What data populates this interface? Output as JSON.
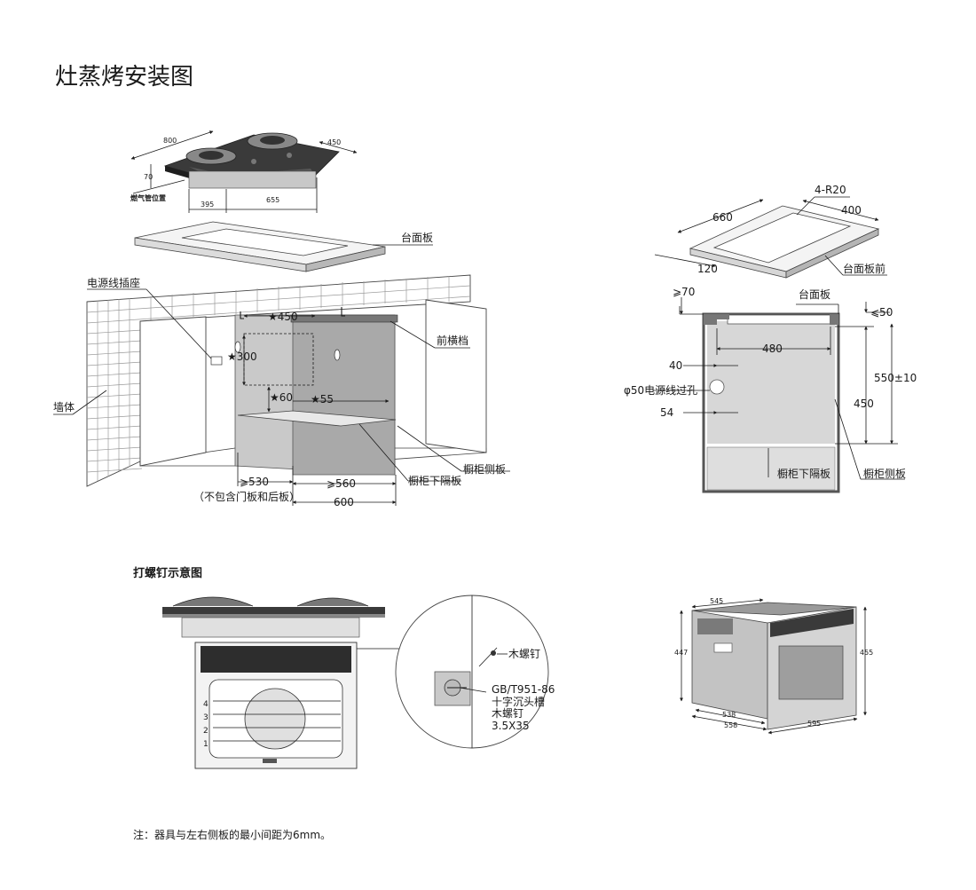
{
  "title": "灶蒸烤安装图",
  "hob": {
    "width": "800",
    "depth": "450",
    "height": "70",
    "cutout_left": "395",
    "cutout_width": "655",
    "gas_pipe": "燃气管位置"
  },
  "cabinet": {
    "countertop": "台面板",
    "socket": "电源线插座",
    "front_rail": "前横档",
    "wall": "墙体",
    "socket_w": "★450",
    "socket_h": "★300",
    "star60": "★60",
    "star55": "★55",
    "side_panel": "橱柜侧板",
    "lower_shelf": "橱柜下隔板",
    "min_depth": "⩾530",
    "min_width": "⩾560",
    "width600": "600",
    "note_depth": "（不包含门板和后板）"
  },
  "counter_cutout": {
    "r": "4-R20",
    "length": "660",
    "width": "400",
    "front": "120",
    "front_label": "台面板前"
  },
  "section": {
    "ge70": "⩾70",
    "countertop": "台面板",
    "le50": "⩽50",
    "d480": "480",
    "d40": "40",
    "hole": "φ50电源线过孔",
    "d54": "54",
    "d450": "450",
    "d550": "550±10",
    "lower_shelf": "橱柜下隔板",
    "side_panel": "橱柜侧板"
  },
  "screw": {
    "subtitle": "打螺钉示意图",
    "wood_screw": "木螺钉",
    "spec1": "GB/T951-86",
    "spec2": "十字沉头槽",
    "spec3": "木螺钉",
    "spec4": "3.5X35",
    "levels": [
      "4",
      "3",
      "2",
      "1"
    ]
  },
  "oven": {
    "top_depth": "545",
    "left_h": "447",
    "right_h": "455",
    "d538": "538",
    "d558": "558",
    "w595": "595"
  },
  "note": "注：器具与左右侧板的最小间距为6mm。"
}
